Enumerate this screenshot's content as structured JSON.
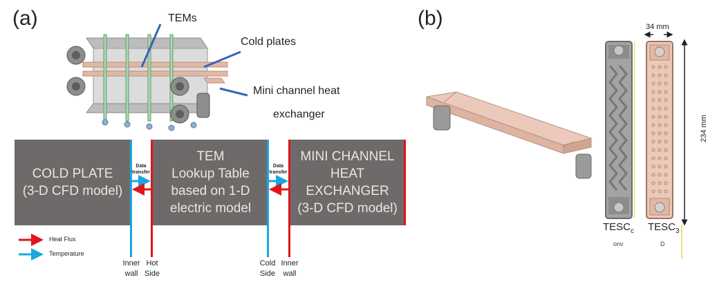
{
  "panel_a": {
    "label": "(a)",
    "callouts": {
      "tems": "TEMs",
      "cold_plates": "Cold plates",
      "mini_channel_line1": "Mini channel heat",
      "mini_channel_line2": "exchanger"
    },
    "boxes": {
      "cold_plate": "COLD PLATE\n(3-D CFD model)",
      "tem": "TEM\nLookup Table\nbased on 1-D\nelectric model",
      "mini_channel": "MINI CHANNEL\nHEAT EXCHANGER\n(3-D CFD model)"
    },
    "data_transfer_label": "Data\ntransfer",
    "interfaces": {
      "inner_wall_left": "Inner\nwall",
      "hot_side": "Hot\nSide",
      "cold_side": "Cold\nSide",
      "inner_wall_right": "Inner\nwall"
    },
    "legend": {
      "heat_flux": "Heat Flux",
      "temperature": "Temperature"
    },
    "colors": {
      "heat_flux": "#e1141b",
      "temperature": "#1aa7e0",
      "box": "#6e6a69"
    }
  },
  "panel_b": {
    "label": "(b)",
    "width_dim": "34 mm",
    "height_dim": "234 mm",
    "parts": [
      {
        "name": "TESC",
        "subscript": "c",
        "tag": "onv"
      },
      {
        "name": "TESC",
        "subscript": "3",
        "tag": "D"
      }
    ],
    "colors": {
      "copper": "#e8c2b1",
      "steel": "#9a9a9a"
    }
  }
}
